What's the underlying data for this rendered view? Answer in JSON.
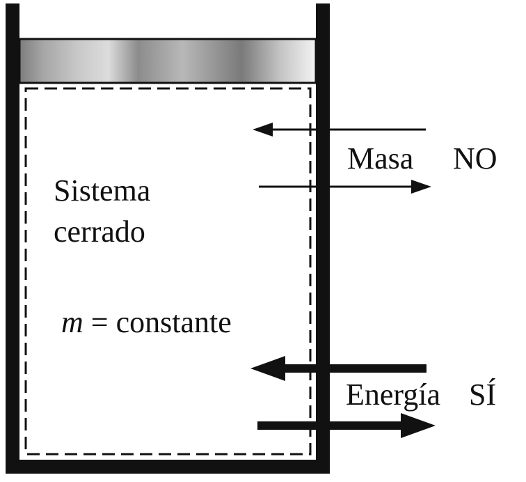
{
  "system": {
    "name_line1": "Sistema",
    "name_line2": "cerrado",
    "equation_var": "m",
    "equation_rest": " = constante"
  },
  "mass": {
    "label": "Masa",
    "status": "NO"
  },
  "energy": {
    "label": "Energía",
    "status": "SÍ"
  },
  "colors": {
    "stroke": "#111111",
    "piston_dark": "#8a8a8a",
    "piston_light": "#f2f2f2",
    "background": "#ffffff"
  }
}
